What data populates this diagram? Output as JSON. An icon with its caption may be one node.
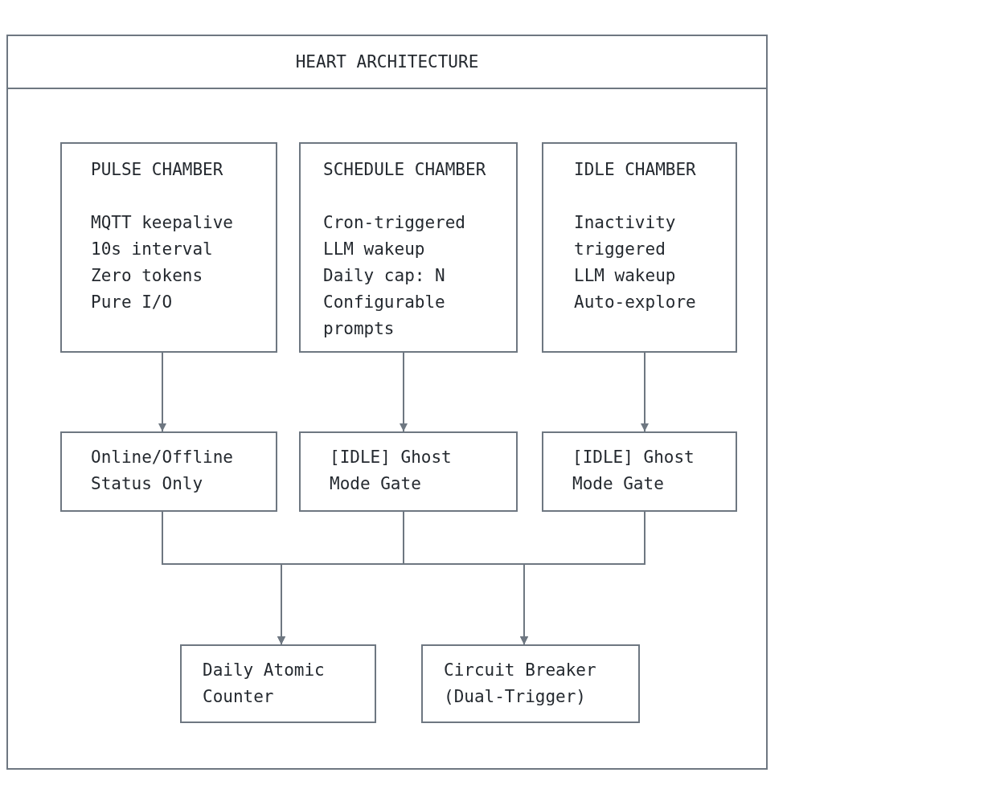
{
  "diagram": {
    "nodes": [
      {
        "text": [
          "HEART ARCHITECTURE"
        ]
      },
      {
        "text": [
          "PULSE CHAMBER",
          "MQTT keepalive",
          "10s interval",
          "Zero tokens",
          "Pure I/O"
        ],
        "in": 0
      },
      {
        "text": [
          "SCHEDULE CHAMBER",
          "Cron-triggered LLM wakeup",
          "Daily cap: N",
          "Configurable prompts"
        ],
        "in": 0
      },
      {
        "text": [
          "IDLE CHAMBER",
          "Inactivity triggered LLM wakeup",
          "Auto-explore"
        ],
        "in": 0
      },
      {
        "text": [
          "Online/Offline Status Only"
        ],
        "in": 0
      },
      {
        "text": [
          "[IDLE] Ghost Mode Gate"
        ],
        "in": 0
      },
      {
        "text": [
          "[IDLE] Ghost Mode Gate"
        ],
        "in": 0
      },
      {
        "text": [
          "Daily Atomic Counter"
        ],
        "in": 0
      },
      {
        "text": [
          "Circuit Breaker (Dual-Trigger)"
        ],
        "in": 0
      }
    ],
    "edges": [
      {
        "from": 1,
        "to": 4,
        "arrow": "to"
      },
      {
        "from": 2,
        "to": 5,
        "arrow": "to"
      },
      {
        "from": 3,
        "to": 6,
        "arrow": "to"
      },
      {
        "from": 4,
        "to": 7,
        "arrow": "to"
      },
      {
        "from": 4,
        "to": 8,
        "arrow": "to"
      },
      {
        "from": 5,
        "to": 7,
        "arrow": "to"
      },
      {
        "from": 5,
        "to": 8,
        "arrow": "to"
      },
      {
        "from": 6,
        "to": 7,
        "arrow": "to"
      },
      {
        "from": 6,
        "to": 8,
        "arrow": "to"
      }
    ]
  }
}
